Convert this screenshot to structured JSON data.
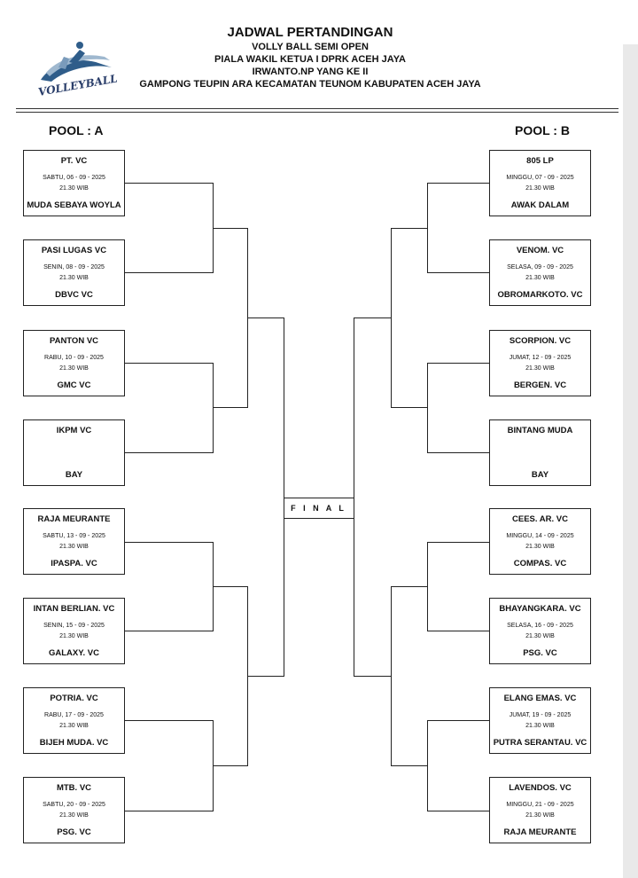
{
  "header": {
    "title": "JADWAL PERTANDINGAN",
    "line1": "VOLLY BALL SEMI OPEN",
    "line2": "PIALA WAKIL KETUA I DPRK ACEH JAYA",
    "line3": "IRWANTO.NP YANG KE II",
    "line4": "GAMPONG TEUPIN ARA KECAMATAN TEUNOM KABUPATEN ACEH JAYA"
  },
  "logo": {
    "text": "VOLLEYBALL"
  },
  "pool_a": {
    "label": "POOL : A",
    "matches": [
      {
        "team1": "PT. VC",
        "date": "SABTU, 06 - 09 - 2025",
        "time": "21.30 WIB",
        "team2": "MUDA SEBAYA WOYLA"
      },
      {
        "team1": "PASI LUGAS VC",
        "date": "SENIN, 08 - 09 - 2025",
        "time": "21.30 WIB",
        "team2": "DBVC VC"
      },
      {
        "team1": "PANTON VC",
        "date": "RABU, 10 - 09 - 2025",
        "time": "21.30 WIB",
        "team2": "GMC VC"
      },
      {
        "team1": "IKPM VC",
        "date": "",
        "time": "",
        "team2": "BAY"
      },
      {
        "team1": "RAJA MEURANTE",
        "date": "SABTU, 13 - 09 - 2025",
        "time": "21.30 WIB",
        "team2": "IPASPA. VC"
      },
      {
        "team1": "INTAN BERLIAN. VC",
        "date": "SENIN, 15 - 09 - 2025",
        "time": "21.30 WIB",
        "team2": "GALAXY. VC"
      },
      {
        "team1": "POTRIA. VC",
        "date": "RABU, 17 - 09 - 2025",
        "time": "21.30 WIB",
        "team2": "BIJEH MUDA. VC"
      },
      {
        "team1": "MTB. VC",
        "date": "SABTU, 20 - 09 - 2025",
        "time": "21.30 WIB",
        "team2": "PSG. VC"
      }
    ]
  },
  "pool_b": {
    "label": "POOL : B",
    "matches": [
      {
        "team1": "805 LP",
        "date": "MINGGU, 07 - 09 - 2025",
        "time": "21.30 WIB",
        "team2": "AWAK DALAM"
      },
      {
        "team1": "VENOM. VC",
        "date": "SELASA, 09 - 09 - 2025",
        "time": "21.30 WIB",
        "team2": "OBROMARKOTO. VC"
      },
      {
        "team1": "SCORPION. VC",
        "date": "JUMAT, 12 - 09 - 2025",
        "time": "21.30 WIB",
        "team2": "BERGEN. VC"
      },
      {
        "team1": "BINTANG MUDA",
        "date": "",
        "time": "",
        "team2": "BAY"
      },
      {
        "team1": "CEES. AR. VC",
        "date": "MINGGU, 14 - 09 - 2025",
        "time": "21.30 WIB",
        "team2": "COMPAS. VC"
      },
      {
        "team1": "BHAYANGKARA. VC",
        "date": "SELASA, 16 - 09 - 2025",
        "time": "21.30 WIB",
        "team2": "PSG. VC"
      },
      {
        "team1": "ELANG EMAS. VC",
        "date": "JUMAT, 19 - 09 - 2025",
        "time": "21.30 WIB",
        "team2": "PUTRA SERANTAU. VC"
      },
      {
        "team1": "LAVENDOS. VC",
        "date": "MINGGU, 21 - 09 - 2025",
        "time": "21.30 WIB",
        "team2": "RAJA MEURANTE"
      }
    ]
  },
  "final": {
    "label": "F I N A L"
  }
}
